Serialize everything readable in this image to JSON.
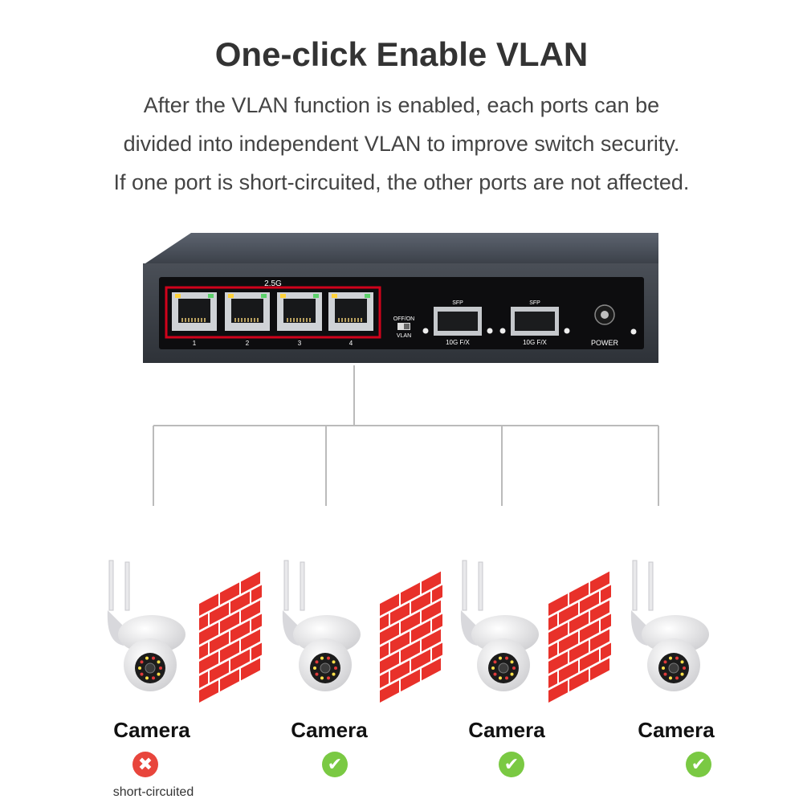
{
  "header": {
    "title": "One-click Enable VLAN",
    "lines": [
      "After the VLAN function is enabled, each ports can be",
      "divided into independent VLAN to improve switch security.",
      "If one port is short-circuited, the other ports are not affected."
    ]
  },
  "device": {
    "speed_label": "2.5G",
    "ports": [
      "1",
      "2",
      "3",
      "4"
    ],
    "vlan_switch_top": "OFF/ON",
    "vlan_switch_bottom": "VLAN",
    "sfp_ports": [
      {
        "top": "SFP",
        "bottom": "10G F/X"
      },
      {
        "top": "SFP",
        "bottom": "10G F/X"
      }
    ],
    "power_label": "POWER"
  },
  "cameras": [
    {
      "label": "Camera",
      "status": "fail",
      "note": "short-circuited"
    },
    {
      "label": "Camera",
      "status": "ok"
    },
    {
      "label": "Camera",
      "status": "ok"
    },
    {
      "label": "Camera",
      "status": "ok"
    }
  ],
  "colors": {
    "ok": "#7ac943",
    "fail": "#e8453c",
    "brick": "#e8312a",
    "port_highlight": "#d0021b"
  }
}
